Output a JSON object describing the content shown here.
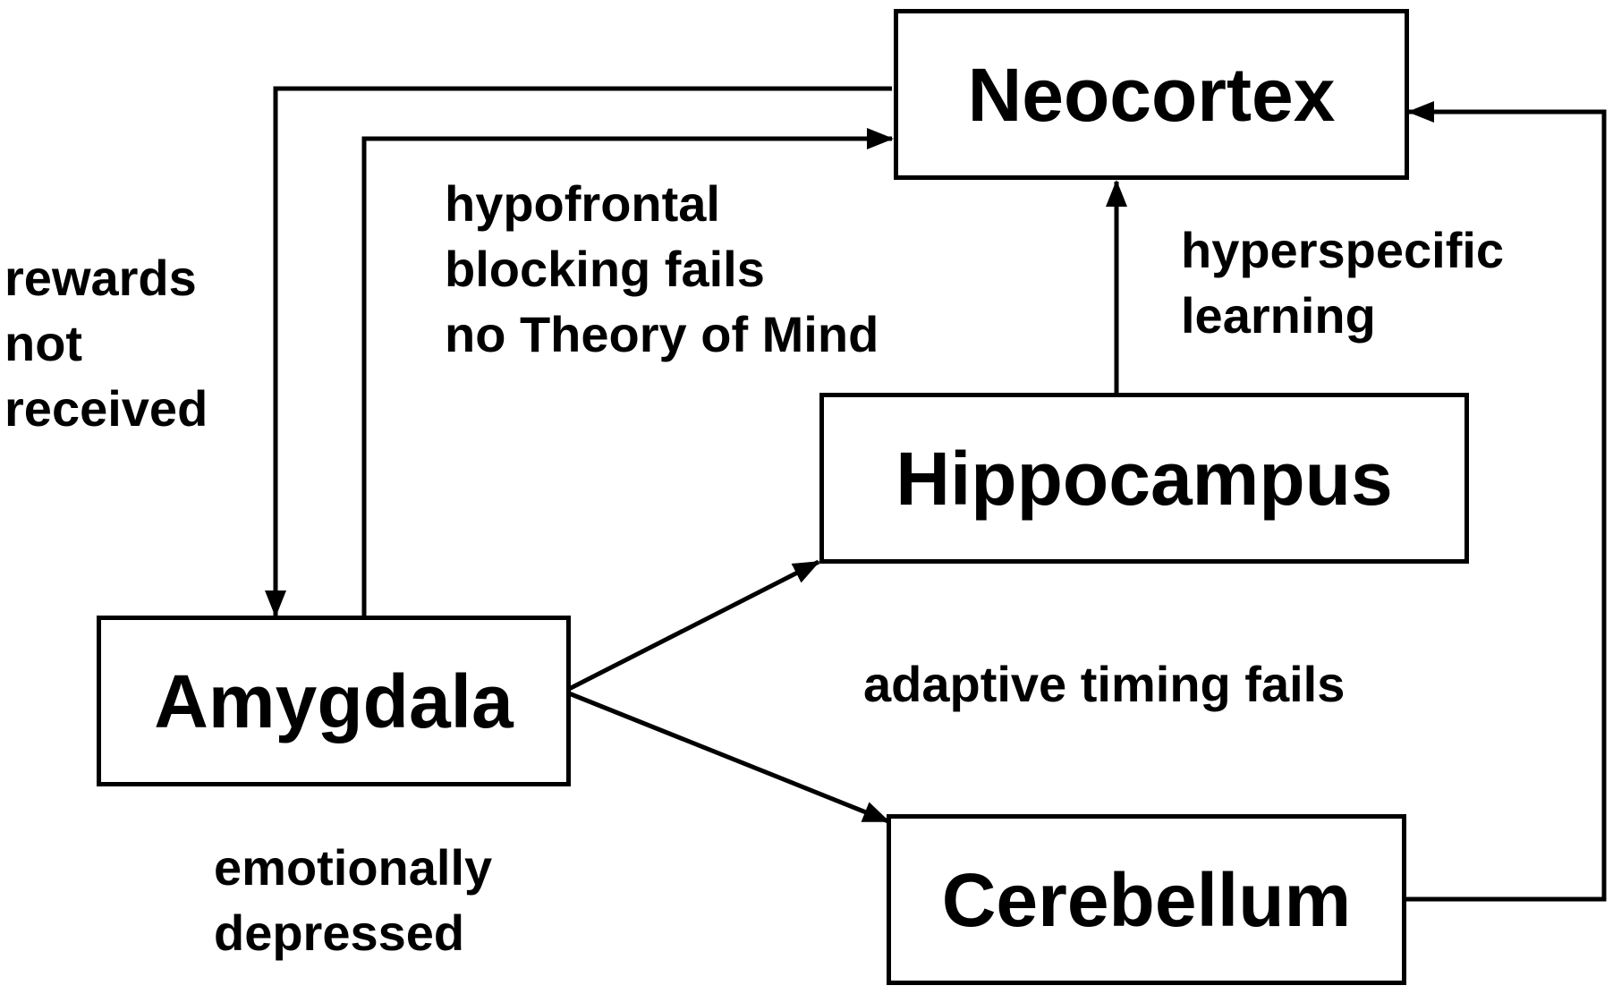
{
  "nodes": {
    "neocortex": "Neocortex",
    "hippocampus": "Hippocampus",
    "amygdala": "Amygdala",
    "cerebellum": "Cerebellum"
  },
  "labels": {
    "rewards": [
      "rewards",
      "not",
      "received"
    ],
    "hypofrontal": [
      "hypofrontal",
      "blocking fails",
      "no Theory of Mind"
    ],
    "hyperspecific": [
      "hyperspecific",
      "learning"
    ],
    "adaptive_timing": "adaptive timing fails",
    "emotional": [
      "emotionally",
      "depressed"
    ]
  },
  "colors": {
    "stroke": "#000000",
    "background": "#ffffff"
  }
}
